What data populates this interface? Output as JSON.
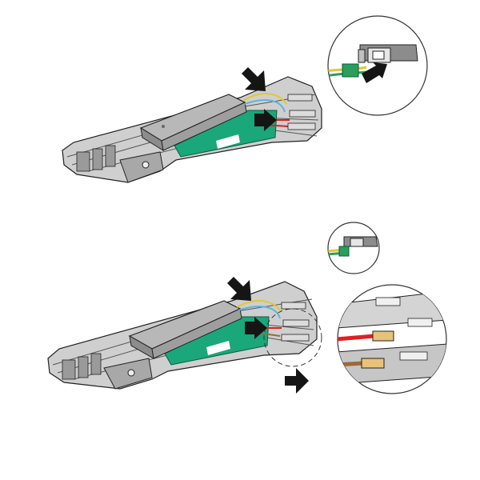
{
  "illustration": {
    "steps": [
      {
        "main_view": "track-assembly-top",
        "detail_views": [
          "connector-plug-closeup"
        ],
        "arrows": [
          "push-down-arrow",
          "insert-arrow"
        ]
      },
      {
        "main_view": "track-assembly-bottom",
        "detail_views": [
          "connector-small-closeup",
          "wire-terminal-closeup"
        ],
        "arrows": [
          "push-down-arrow",
          "insert-arrow",
          "move-right-arrow"
        ]
      }
    ],
    "colors": {
      "track_fill": "#cfcfcf",
      "track_dark": "#8c8c8c",
      "outline": "#222222",
      "housing": "#b0b0b0",
      "circuit_board": "#1aa77a",
      "label_patch": "#ffffff",
      "wire_yellow": "#e2c82b",
      "wire_blue": "#5fb4dc",
      "wire_red": "#e02020",
      "wire_brown": "#9b6a3b",
      "plug_green": "#2a9e5a",
      "arrow": "#151515",
      "callout_ring": "#333333"
    }
  }
}
